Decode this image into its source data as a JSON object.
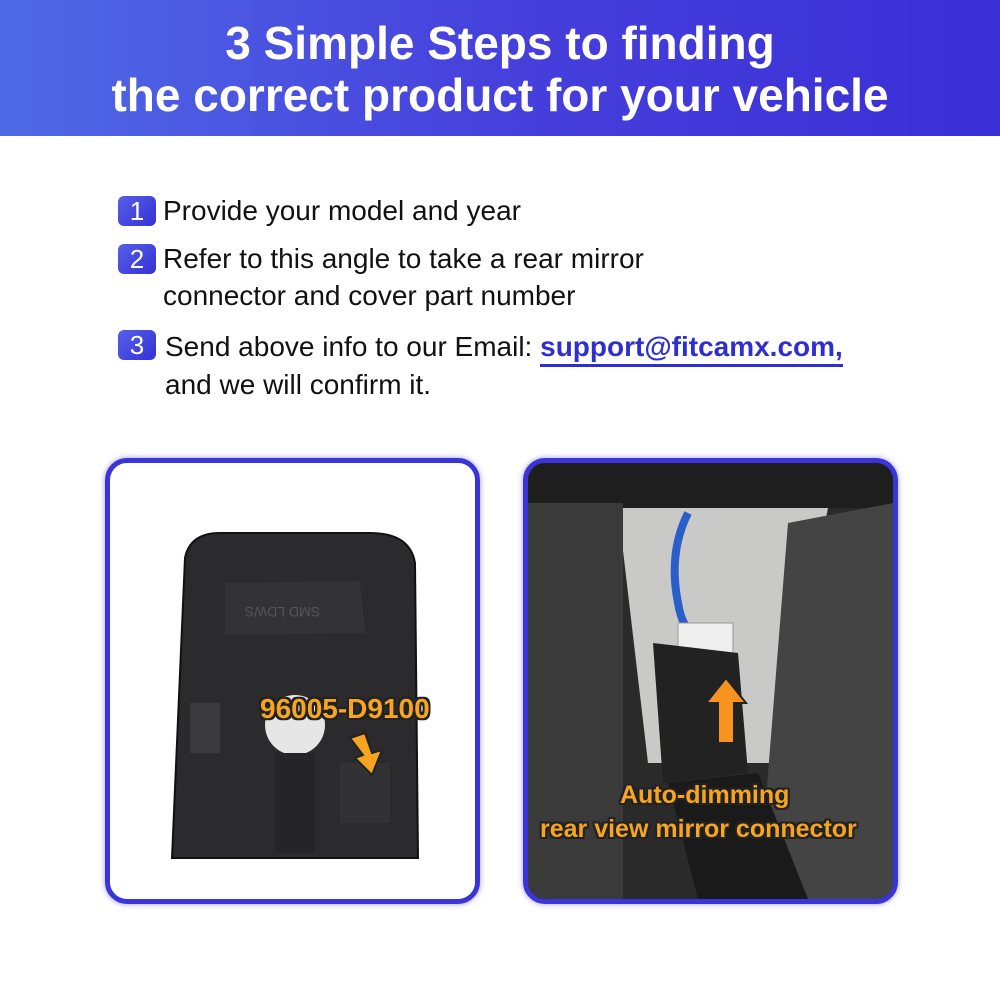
{
  "header": {
    "line1": "3 Simple Steps to finding",
    "line2": "the correct product for your vehicle"
  },
  "steps": [
    {
      "number": "1",
      "text": "Provide your model and year"
    },
    {
      "number": "2",
      "text_line1": "Refer to this angle to take a rear mirror",
      "text_line2": "connector and cover part number"
    },
    {
      "number": "3",
      "text_line1": "Send above info to our Email: ",
      "email": "support@fitcamx.com,",
      "text_line2": "and we will confirm it."
    }
  ],
  "panels": {
    "cover": {
      "part_number": "96005-D9100",
      "embossed_text": "SMD LDWS"
    },
    "connector": {
      "label_line1": "Auto-dimming",
      "label_line2": "rear view mirror connector"
    }
  },
  "colors": {
    "accent": "#3b34d8",
    "label": "#f7a521",
    "email": "#2f2fd0"
  }
}
